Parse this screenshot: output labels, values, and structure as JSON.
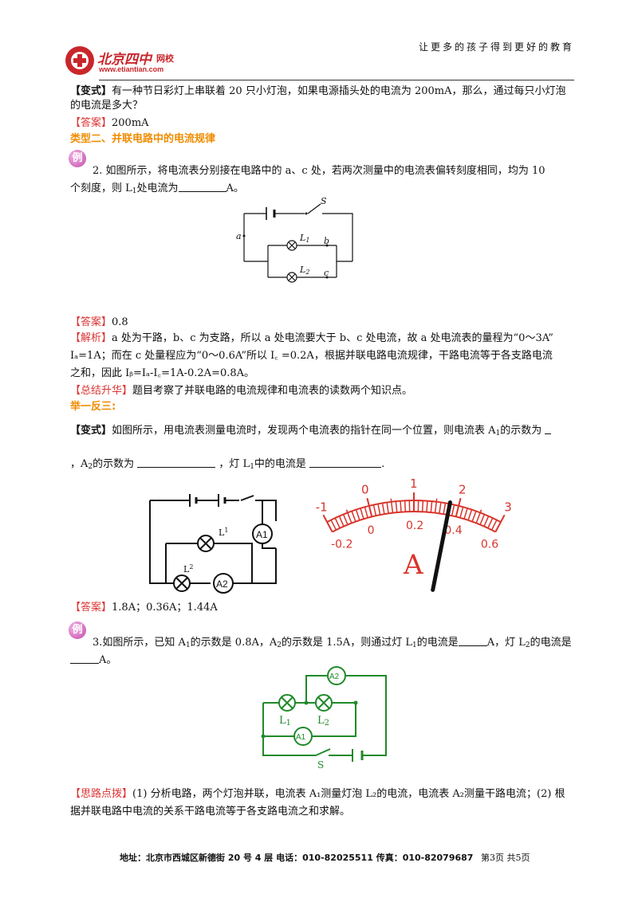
{
  "header": {
    "logo_cn": "北京四中",
    "logo_tag": "网校",
    "logo_url": "www.etiantian.com",
    "slogan": "让更多的孩子得到更好的教育"
  },
  "sections": {
    "variant1": {
      "tag": "【变式】",
      "q_line1": "有一种节日彩灯上串联着 20 只小灯泡，如果电源插头处的电流为 200mA，那么，通过每只小灯泡",
      "q_line2": "的电流是多大？",
      "ans_tag": "【答案】",
      "ans": "200mA"
    },
    "type2_title": "类型二、并联电路中的电流规律",
    "ex_badge": "例",
    "ex2": {
      "line1": "2. 如图所示，将电流表分别接在电路中的 a、c 处，若两次测量中的电流表偏转刻度相同，均为 10",
      "line2_a": "个刻度，则 L",
      "line2_sub": "1",
      "line2_b": "处电流为",
      "line2_c": "A。",
      "fig": {
        "s": "S",
        "a": "a",
        "b": "b",
        "c": "c",
        "l1": "L",
        "l1s": "1",
        "l2": "L",
        "l2s": "2"
      },
      "ans_tag": "【答案】",
      "ans": "0.8",
      "jx_tag": "【解析】",
      "jx1": "a 处为干路，b、c 为支路，所以 a 处电流要大于 b、c 处电流，故 a 处电流表的量程为“0～3A”",
      "jx2": "Iₐ=1A；而在 c 处量程应为“0～0.6A”所以 I꜀ =0.2A，根据并联电路电流规律，干路电流等于各支路电流",
      "jx3": "之和，因此 Iᵦ=Iₐ-I꜀=1A-0.2A=0.8A。",
      "zj_tag": "【总结升华】",
      "zj": "题目考察了并联电路的电流规律和电流表的读数两个知识点。"
    },
    "jyfs": "举一反三:",
    "variant2": {
      "tag": "【变式】",
      "line1": "如图所示，用电流表测量电流时，发现两个电流表的指针在同一个位置，则电流表 A",
      "line1_sub": "1",
      "line1_b": "的示数为",
      "line2_a": "，A",
      "line2_sub": "2",
      "line2_b": "的示数为",
      "line2_c": "，灯 L",
      "line2_sub2": "1",
      "line2_d": "中的电流是",
      "line2_e": ".",
      "fig": {
        "l1": "L",
        "l1s": "1",
        "l2": "L",
        "l2s": "2",
        "a1": "A1",
        "a2": "A2"
      },
      "meter": {
        "top_labels": [
          "-1",
          "0",
          "1",
          "2",
          "3"
        ],
        "bottom_labels": [
          "-0.2",
          "0",
          "0.2",
          "0.4",
          "0.6"
        ],
        "unit": "A",
        "pointer_reading": 1.8
      },
      "ans_tag": "【答案】",
      "ans": "1.8A；0.36A；1.44A"
    },
    "ex3": {
      "line1_a": "3.如图所示，已知 A",
      "line1_sub1": "1",
      "line1_b": "的示数是 0.8A，A",
      "line1_sub2": "2",
      "line1_c": "的示数是 1.5A，则通过灯 L",
      "line1_sub3": "1",
      "line1_d": "的电流是",
      "line1_e": "A，灯 L",
      "line1_sub4": "2",
      "line1_f": "的电流是",
      "line2": "A。",
      "fig": {
        "l1": "L",
        "l1s": "1",
        "l2": "L",
        "l2s": "2",
        "a1": "A1",
        "a2": "A2",
        "s": "S"
      },
      "sl_tag": "【思路点拨】",
      "sl1": "(1) 分析电路，两个灯泡并联，电流表 A₁测量灯泡 L₂的电流，电流表 A₂测量干路电流；(2) 根",
      "sl2": "据并联电路中电流的关系干路电流等于各支路电流之和求解。"
    }
  },
  "footer": {
    "address": "地址：北京市西城区新德街 20 号 4 层  电话：010-82025511  传真：010-82079687",
    "page": "第3页  共5页"
  },
  "colors": {
    "accent_red": "#d33333",
    "orange": "#f08c00",
    "circuit_green": "#1f8a2a",
    "meter_red": "#d9342b"
  }
}
